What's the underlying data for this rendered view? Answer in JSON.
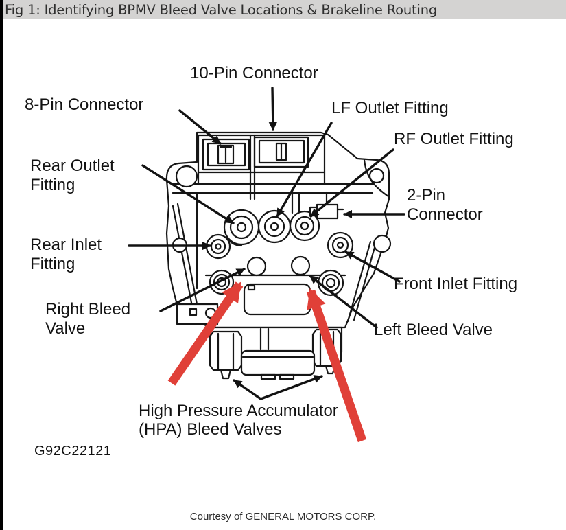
{
  "window": {
    "title_bar": "Fig 1: Identifying BPMV Bleed Valve Locations & Brakeline Routing"
  },
  "diagram": {
    "description": "Line drawing of ABS Brake Pressure Modulator Valve (BPMV) with callout labels and two red highlight arrows pointing to the HPA bleed valve area",
    "labels": {
      "ten_pin_connector": "10-Pin Connector",
      "eight_pin_connector": "8-Pin Connector",
      "lf_outlet_fitting": "LF Outlet Fitting",
      "rf_outlet_fitting": "RF Outlet Fitting",
      "rear_outlet_fitting": "Rear Outlet\nFitting",
      "two_pin_connector": "2-Pin\nConnector",
      "rear_inlet_fitting": "Rear Inlet\nFitting",
      "front_inlet_fitting": "Front Inlet Fitting",
      "right_bleed_valve": "Right Bleed\nValve",
      "left_bleed_valve": "Left Bleed Valve",
      "hpa_bleed_valves": "High Pressure Accumulator\n(HPA) Bleed Valves",
      "figure_code": "G92C22121"
    },
    "colors": {
      "highlight_red": "#e04038",
      "ink": "#141414",
      "title_bar_bg": "#d4d3d2"
    }
  },
  "footer": {
    "credit": "Courtesy of GENERAL MOTORS CORP."
  }
}
